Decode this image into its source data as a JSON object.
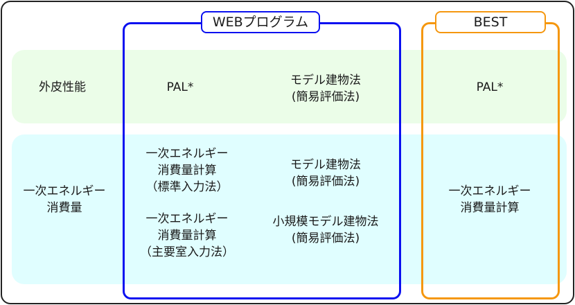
{
  "colors": {
    "web_border": "#0a10f0",
    "best_border": "#f5970f",
    "envelope_band": "#ebfde8",
    "energy_band": "#e0feff",
    "frame_border": "#222222"
  },
  "groups": {
    "web": {
      "label": "WEBプログラム"
    },
    "best": {
      "label": "BEST"
    }
  },
  "rows": {
    "envelope": {
      "label": "外皮性能",
      "web_col1": [
        "PAL*"
      ],
      "web_col2": [
        "モデル建物法",
        "(簡易評価法)"
      ],
      "best": [
        "PAL*"
      ]
    },
    "energy": {
      "label": [
        "一次エネルギー",
        "消費量"
      ],
      "web_col1_a": [
        "一次エネルギー",
        "消費量計算",
        "（標準入力法）"
      ],
      "web_col1_b": [
        "一次エネルギー",
        "消費量計算",
        "（主要室入力法）"
      ],
      "web_col2_a": [
        "モデル建物法",
        "(簡易評価法)"
      ],
      "web_col2_b": [
        "小規模モデル建物法",
        "(簡易評価法)"
      ],
      "best": [
        "一次エネルギー",
        "消費量計算"
      ]
    }
  }
}
